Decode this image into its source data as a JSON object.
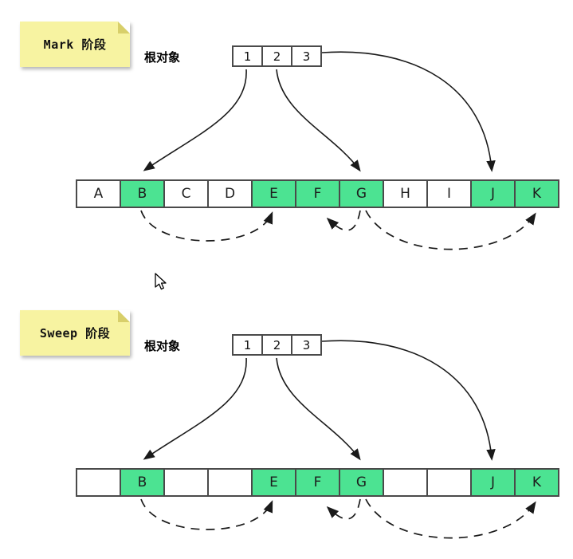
{
  "colors": {
    "cell_green": "#4ce392",
    "note_yellow": "#f7f3a1",
    "note_fold": "#d8cf6a",
    "border": "#4a4a4a",
    "arrow": "#1a1a1a"
  },
  "mark": {
    "note_label": "Mark 阶段",
    "root_label": "根对象",
    "root_cells": [
      "1",
      "2",
      "3"
    ],
    "cells": [
      {
        "label": "A",
        "filled": false
      },
      {
        "label": "B",
        "filled": true
      },
      {
        "label": "C",
        "filled": false
      },
      {
        "label": "D",
        "filled": false
      },
      {
        "label": "E",
        "filled": true
      },
      {
        "label": "F",
        "filled": true
      },
      {
        "label": "G",
        "filled": true
      },
      {
        "label": "H",
        "filled": false
      },
      {
        "label": "I",
        "filled": false
      },
      {
        "label": "J",
        "filled": true
      },
      {
        "label": "K",
        "filled": true
      }
    ]
  },
  "sweep": {
    "note_label": "Sweep 阶段",
    "root_label": "根对象",
    "root_cells": [
      "1",
      "2",
      "3"
    ],
    "cells": [
      {
        "label": "",
        "filled": false
      },
      {
        "label": "B",
        "filled": true
      },
      {
        "label": "",
        "filled": false
      },
      {
        "label": "",
        "filled": false
      },
      {
        "label": "E",
        "filled": true
      },
      {
        "label": "F",
        "filled": true
      },
      {
        "label": "G",
        "filled": true
      },
      {
        "label": "",
        "filled": false
      },
      {
        "label": "",
        "filled": false
      },
      {
        "label": "J",
        "filled": true
      },
      {
        "label": "K",
        "filled": true
      }
    ]
  }
}
